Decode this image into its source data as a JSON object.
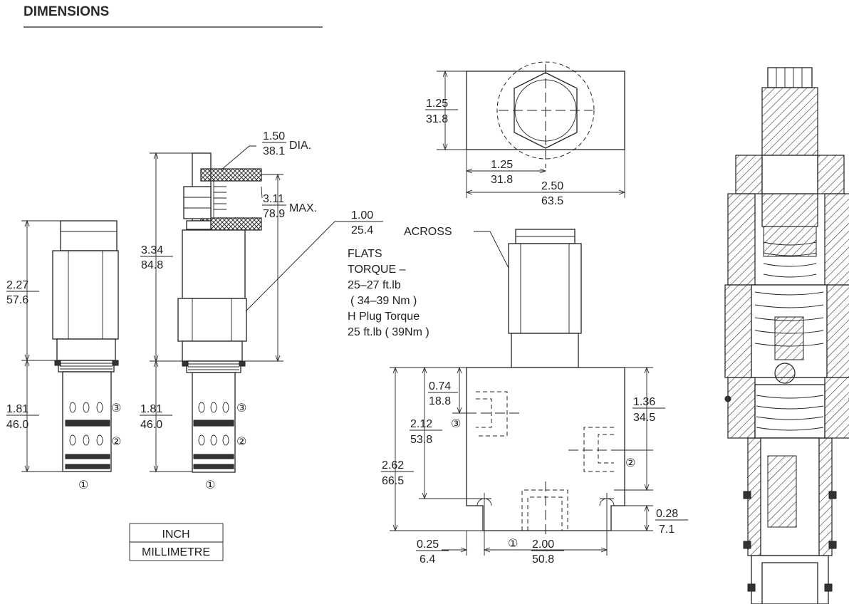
{
  "heading": "DIMENSIONS",
  "units_legend": {
    "top": "INCH",
    "bottom": "MILLIMETRE"
  },
  "side_view_1": {
    "overall": {
      "inch": "2.27",
      "mm": "57.6"
    },
    "lower": {
      "inch": "1.81",
      "mm": "46.0"
    },
    "ports": [
      "③",
      "②",
      "①"
    ]
  },
  "side_view_2": {
    "total": {
      "inch": "3.34",
      "mm": "84.8"
    },
    "knob_dia": {
      "inch": "1.50",
      "mm": "38.1",
      "suffix": "DIA."
    },
    "max": {
      "inch": "3.11",
      "mm": "78.9",
      "suffix": "MAX."
    },
    "flats": {
      "inch": "1.00",
      "mm": "25.4"
    },
    "lower": {
      "inch": "1.81",
      "mm": "46.0"
    },
    "ports": [
      "③",
      "②",
      "①"
    ]
  },
  "notes": {
    "across": "ACROSS",
    "lines": [
      "FLATS",
      "TORQUE –",
      "25–27 ft.lb",
      "( 34–39 Nm )",
      "H Plug Torque",
      "25 ft.lb ( 39Nm )"
    ]
  },
  "top_view": {
    "height": {
      "inch": "1.25",
      "mm": "31.8"
    },
    "center": {
      "inch": "1.25",
      "mm": "31.8"
    },
    "width": {
      "inch": "2.50",
      "mm": "63.5"
    }
  },
  "block_view": {
    "port3_offset": {
      "inch": "0.74",
      "mm": "18.8"
    },
    "port3_height": {
      "inch": "2.12",
      "mm": "53.8"
    },
    "overall_height": {
      "inch": "2.62",
      "mm": "66.5"
    },
    "port2_height": {
      "inch": "1.36",
      "mm": "34.5"
    },
    "hole_offset": {
      "inch": "0.28",
      "mm": "7.1"
    },
    "left_offset": {
      "inch": "0.25",
      "mm": "6.4"
    },
    "hole_spacing": {
      "inch": "2.00",
      "mm": "50.8"
    },
    "ports": {
      "p3": "③",
      "p2": "②",
      "p1": "①"
    }
  }
}
